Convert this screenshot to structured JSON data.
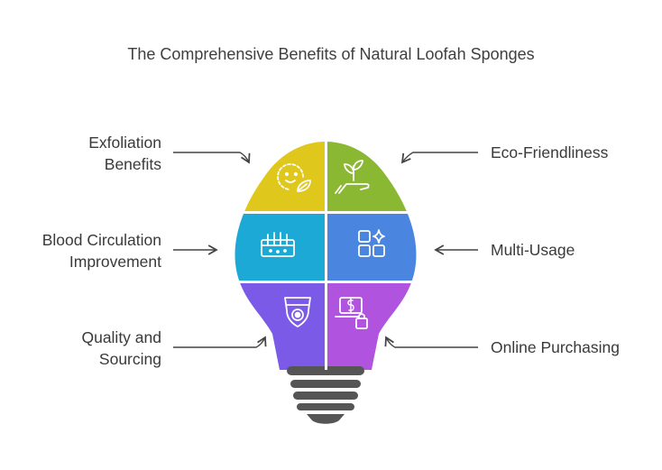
{
  "title": "The Comprehensive Benefits of Natural Loofah Sponges",
  "segments": [
    {
      "label_lines": [
        "Exfoliation",
        "Benefits"
      ],
      "color": "#e0c71c",
      "icon": "face-leaf-icon"
    },
    {
      "label_lines": [
        "Eco-Friendliness"
      ],
      "color": "#8ab833",
      "icon": "plant-hand-icon"
    },
    {
      "label_lines": [
        "Blood Circulation",
        "Improvement"
      ],
      "color": "#1ca9d6",
      "icon": "skin-layers-icon"
    },
    {
      "label_lines": [
        "Multi-Usage"
      ],
      "color": "#4a86e0",
      "icon": "apps-grid-icon"
    },
    {
      "label_lines": [
        "Quality and",
        "Sourcing"
      ],
      "color": "#7a5ae6",
      "icon": "quality-badge-icon"
    },
    {
      "label_lines": [
        "Online Purchasing"
      ],
      "color": "#b054e0",
      "icon": "laptop-shopping-icon"
    }
  ]
}
